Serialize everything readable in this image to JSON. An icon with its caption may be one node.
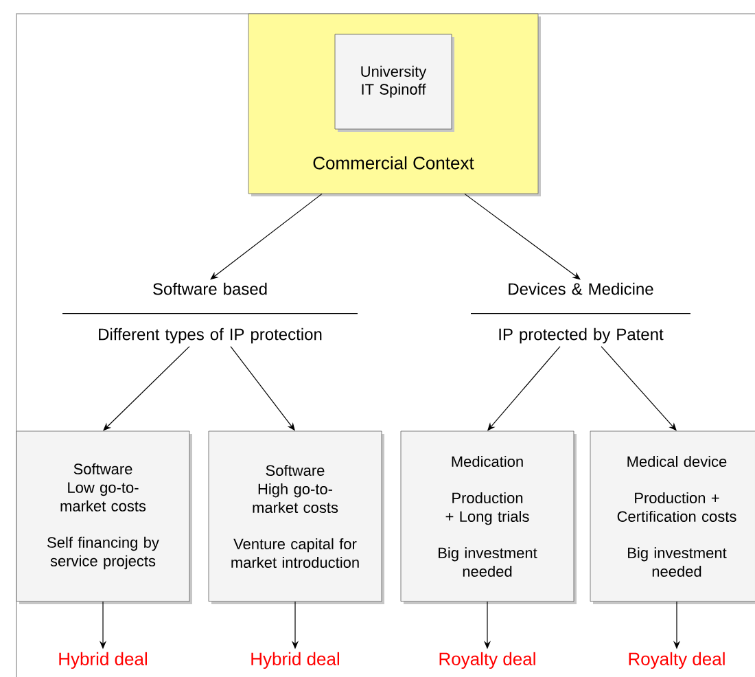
{
  "diagram": {
    "nodes": [
      {
        "text": [
          "Commercial Context"
        ]
      },
      {
        "text": [
          "University IT Spinoff"
        ],
        "in": 0
      },
      {
        "text": [
          "Software based",
          "Different types of IP protection"
        ]
      },
      {
        "text": [
          "Devices & Medicine",
          "IP protected by Patent"
        ]
      },
      {
        "text": [
          "Software",
          "Low go-to-market costs",
          "Self financing by service projects"
        ]
      },
      {
        "text": [
          "Software",
          "High go-to-market costs",
          "Venture capital for market introduction"
        ]
      },
      {
        "text": [
          "Medication",
          "Production + Long trials",
          "Big investment needed"
        ]
      },
      {
        "text": [
          "Medical device",
          "Production + Certification costs",
          "Big investment needed"
        ]
      },
      {
        "text": [
          "Hybrid deal"
        ]
      },
      {
        "text": [
          "Hybrid deal"
        ]
      },
      {
        "text": [
          "Royalty deal"
        ]
      },
      {
        "text": [
          "Royalty deal"
        ]
      }
    ],
    "edges": [
      {
        "from": 0,
        "to": 2,
        "arrow": "to"
      },
      {
        "from": 0,
        "to": 3,
        "arrow": "to"
      },
      {
        "from": 2,
        "to": 4,
        "arrow": "to"
      },
      {
        "from": 2,
        "to": 5,
        "arrow": "to"
      },
      {
        "from": 3,
        "to": 6,
        "arrow": "to"
      },
      {
        "from": 3,
        "to": 7,
        "arrow": "to"
      },
      {
        "from": 4,
        "to": 8,
        "arrow": "to"
      },
      {
        "from": 5,
        "to": 9,
        "arrow": "to"
      },
      {
        "from": 6,
        "to": 10,
        "arrow": "to"
      },
      {
        "from": 7,
        "to": 11,
        "arrow": "to"
      }
    ]
  }
}
